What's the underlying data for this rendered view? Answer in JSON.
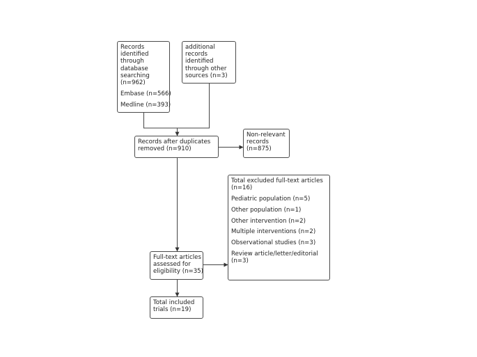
{
  "nodes": {
    "database": {
      "paragraphs": [
        [
          "Records",
          "identified",
          "through",
          "database",
          "searching",
          "(n=962)"
        ],
        [
          "Embase (n=566)"
        ],
        [
          "Medline (n=393)"
        ]
      ]
    },
    "other_sources": {
      "paragraphs": [
        [
          "additional",
          "records",
          "identified",
          "through other",
          "sources (n=3)"
        ]
      ]
    },
    "after_duplicates": {
      "paragraphs": [
        [
          "Records after duplicates",
          "removed (n=910)"
        ]
      ]
    },
    "non_relevant": {
      "paragraphs": [
        [
          "Non-relevant",
          "records",
          "(n=875)"
        ]
      ]
    },
    "excluded": {
      "paragraphs": [
        [
          "Total excluded full-text articles",
          "(n=16)"
        ],
        [
          "Pediatric population (n=5)"
        ],
        [
          "Other population (n=1)"
        ],
        [
          "Other intervention (n=2)"
        ],
        [
          "Multiple interventions (n=2)"
        ],
        [
          "Observational studies (n=3)"
        ],
        [
          "Review article/letter/editorial",
          "(n=3)"
        ]
      ]
    },
    "full_text": {
      "paragraphs": [
        [
          "Full-text articles",
          "assessed for",
          "eligibility (n=35)"
        ]
      ]
    },
    "included": {
      "paragraphs": [
        [
          "Total included",
          "trials (n=19)"
        ]
      ]
    }
  },
  "edges": [
    {
      "from": "database",
      "to": "after_duplicates"
    },
    {
      "from": "other_sources",
      "to": "after_duplicates"
    },
    {
      "from": "after_duplicates",
      "to": "non_relevant"
    },
    {
      "from": "after_duplicates",
      "to": "full_text"
    },
    {
      "from": "full_text",
      "to": "excluded"
    },
    {
      "from": "full_text",
      "to": "included"
    }
  ]
}
